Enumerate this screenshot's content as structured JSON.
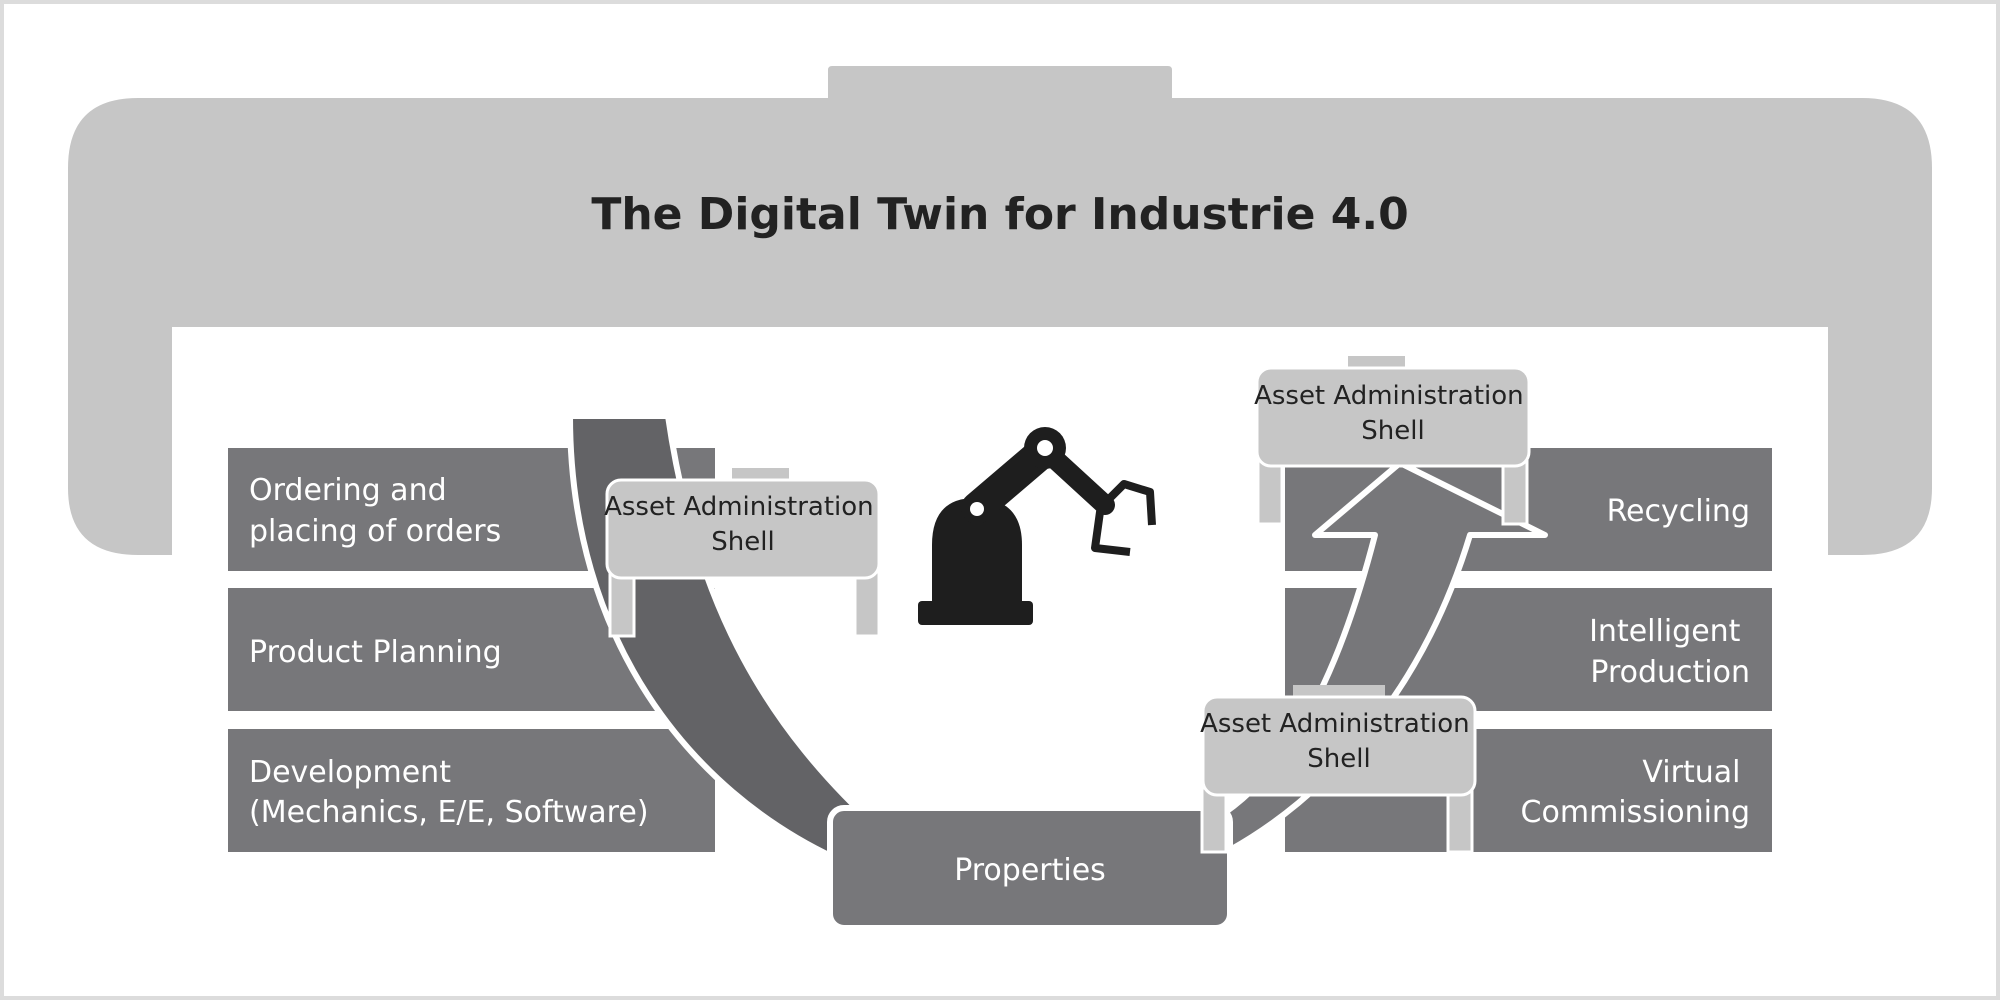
{
  "title": "The Digital Twin for Industrie 4.0",
  "left_phases": [
    {
      "lines": [
        "Ordering and",
        "placing of orders"
      ]
    },
    {
      "lines": [
        "Product Planning"
      ]
    },
    {
      "lines": [
        "Development",
        "(Mechanics, E/E, Software)"
      ]
    }
  ],
  "right_phases": [
    {
      "lines": [
        "Recycling"
      ]
    },
    {
      "lines": [
        "Intelligent",
        "Production"
      ]
    },
    {
      "lines": [
        "Virtual",
        "Commissioning"
      ]
    }
  ],
  "shells": [
    {
      "lines": [
        "Asset Administration",
        "Shell"
      ]
    },
    {
      "lines": [
        "Asset Administration",
        "Shell"
      ]
    },
    {
      "lines": [
        "Asset Administration",
        "Shell"
      ]
    }
  ],
  "center_label": "Properties",
  "icons": {
    "robot": "robot-arm-icon"
  },
  "colors": {
    "frame": "#c6c6c6",
    "phase_box": "#77777a",
    "arrow_left": "#636366",
    "arrow_right": "#77777a",
    "shell_box": "#c6c6c6",
    "robot": "#1e1e1e"
  }
}
